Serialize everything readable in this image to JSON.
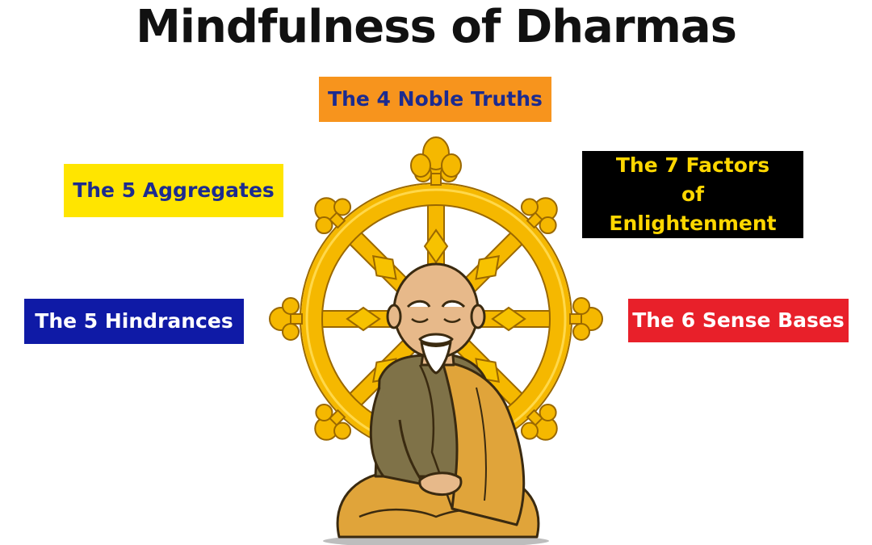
{
  "title": "Mindfulness of Dharmas",
  "boxes": {
    "truths": {
      "label": "The 4 Noble Truths",
      "bg": "#f7941d",
      "fg": "#1c2b8f"
    },
    "aggregates": {
      "label": "The 5 Aggregates",
      "bg": "#ffe500",
      "fg": "#1c2b8f"
    },
    "factors": {
      "label": "The 7 Factors of Enlightenment",
      "bg": "#000000",
      "fg": "#ffd700"
    },
    "hindrances": {
      "label": "The 5 Hindrances",
      "bg": "#0f1aa6",
      "fg": "#ffffff"
    },
    "sense": {
      "label": "The 6 Sense Bases",
      "bg": "#e8202a",
      "fg": "#ffffff"
    }
  },
  "icons": [
    "dharma-wheel-icon",
    "meditating-monk-icon"
  ],
  "colors": {
    "wheel": "#f5b800",
    "wheel_outline": "#b57a00",
    "robe": "#e0a43a",
    "inner_robe": "#7f7248",
    "skin": "#e7b98a"
  }
}
